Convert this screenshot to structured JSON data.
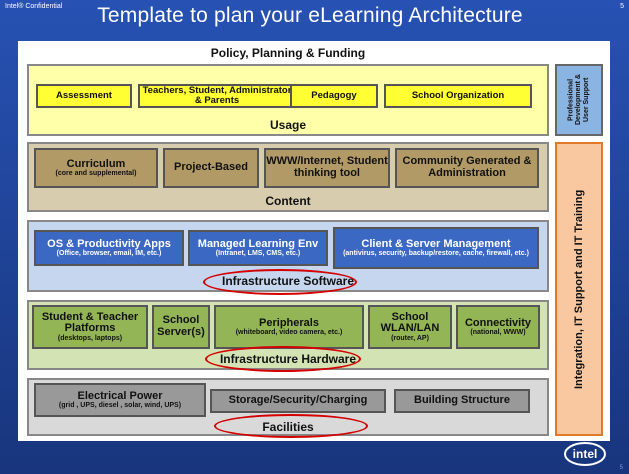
{
  "header": {
    "confidential": "Intel® Confidential",
    "title": "Template to plan your eLearning Architecture",
    "page_number": "5",
    "footer_page_number": "5"
  },
  "policy": {
    "label": "Policy, Planning & Funding"
  },
  "usage": {
    "label": "Usage",
    "items": [
      "Assessment",
      "Teachers, Student, Administrator & Parents",
      "Pedagogy",
      "School Organization"
    ]
  },
  "content": {
    "label": "Content",
    "items": [
      {
        "title": "Curriculum",
        "sub": "(core and supplemental)"
      },
      {
        "title": "Project-Based",
        "sub": ""
      },
      {
        "title": "WWW/Internet, Student thinking tool",
        "sub": ""
      },
      {
        "title": "Community Generated & Administration",
        "sub": ""
      }
    ]
  },
  "software": {
    "label": "Infrastructure Software",
    "items": [
      {
        "title": "OS & Productivity Apps",
        "sub": "(Office, browser, email, IM, etc.)"
      },
      {
        "title": "Managed Learning Env",
        "sub": "(Intranet, LMS, CMS, etc.)"
      },
      {
        "title": "Client & Server Management",
        "sub": "(antivirus, security, backup/restore, cache, firewall, etc.)"
      }
    ]
  },
  "hardware": {
    "label": "Infrastructure Hardware",
    "items": [
      {
        "title": "Student & Teacher Platforms",
        "sub": "(desktops, laptops)"
      },
      {
        "title": "School Server(s)",
        "sub": ""
      },
      {
        "title": "Peripherals",
        "sub": "(whiteboard, video camera, etc.)"
      },
      {
        "title": "School WLAN/LAN",
        "sub": "(router, AP)"
      },
      {
        "title": "Connectivity",
        "sub": "(national, WWW)"
      }
    ]
  },
  "facilities": {
    "label": "Facilities",
    "items": [
      {
        "title": "Electrical Power",
        "sub": "(grid , UPS, diesel , solar, wind, UPS)"
      },
      {
        "title": "Storage/Security/Charging",
        "sub": ""
      },
      {
        "title": "Building Structure",
        "sub": ""
      }
    ]
  },
  "side": {
    "professional": "Professional Development & User Support",
    "integration": "Integration, IT Support and IT Training"
  },
  "logo": {
    "text": "intel"
  },
  "colors": {
    "usage": "#ffffaa",
    "usage_item": "#ffff33",
    "content": "#d7ccae",
    "software": "#c6d6ee",
    "hardware": "#d4e3b4",
    "facilities": "#d9d9d9",
    "professional": "#8ab4e2",
    "integration": "#f9c8a0",
    "highlight": "#d40000"
  }
}
